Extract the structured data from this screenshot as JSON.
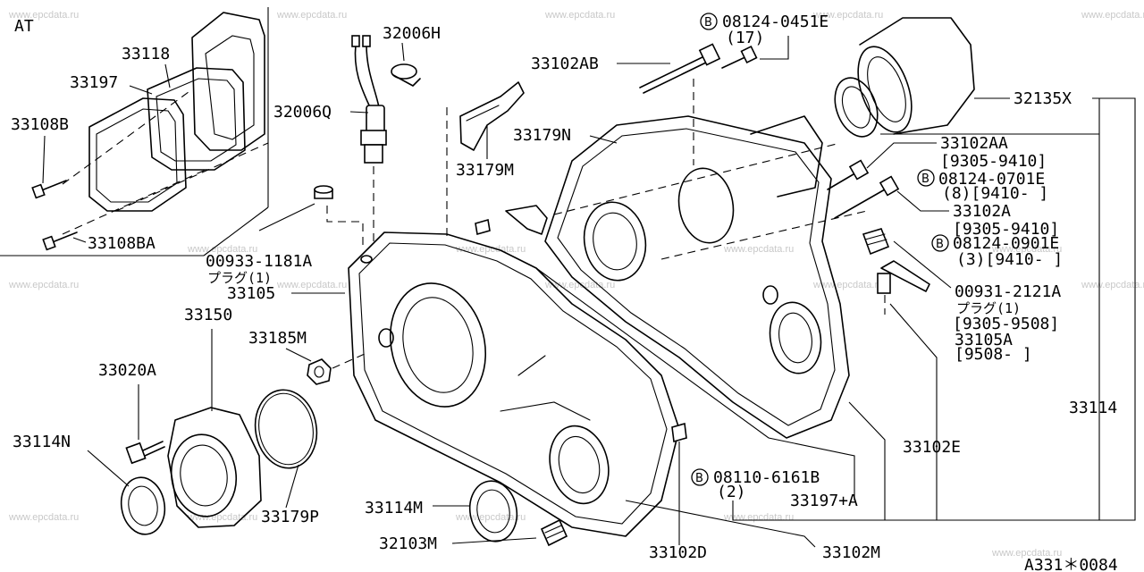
{
  "watermark": "www.epcdata.ru",
  "section_label": "AT",
  "reference_code": "A331＊0084",
  "callouts": {
    "c33118": "33118",
    "c33197": "33197",
    "c33108B": "33108B",
    "c33108BA": "33108BA",
    "c32006H": "32006H",
    "c32006Q": "32006Q",
    "c33102AB": "33102AB",
    "c08124_0451E": "08124-0451E",
    "c08124_0451E_qty": "(17)",
    "c32135X": "32135X",
    "c33179N": "33179N",
    "c33179M": "33179M",
    "c33102AA": "33102AA",
    "c33102AA_range": "[9305-9410]",
    "c08124_0701E": "08124-0701E",
    "c08124_0701E_qty": "(8)[9410-   ]",
    "c33102A": "33102A",
    "c33102A_range": "[9305-9410]",
    "c08124_0901E": "08124-0901E",
    "c08124_0901E_qty": "(3)[9410-   ]",
    "c00933_1181A": "00933-1181A",
    "c00933_1181A_note": "プラグ(1)",
    "c33105": "33105",
    "c33150": "33150",
    "c33185M": "33185M",
    "c00931_2121A": "00931-2121A",
    "c00931_2121A_note": "プラグ(1)",
    "c00931_2121A_range": "[9305-9508]",
    "c33105A": "33105A",
    "c33105A_range": "[9508-    ]",
    "c33020A": "33020A",
    "c33114": "33114",
    "c33114N": "33114N",
    "c33102E": "33102E",
    "c08110_6161B": "08110-6161B",
    "c08110_6161B_qty": "(2)",
    "c33197A": "33197+A",
    "c33179P": "33179P",
    "c33114M": "33114M",
    "c32103M": "32103M",
    "c33102D": "33102D",
    "c33102M": "33102M"
  },
  "bolt_marker": "B"
}
